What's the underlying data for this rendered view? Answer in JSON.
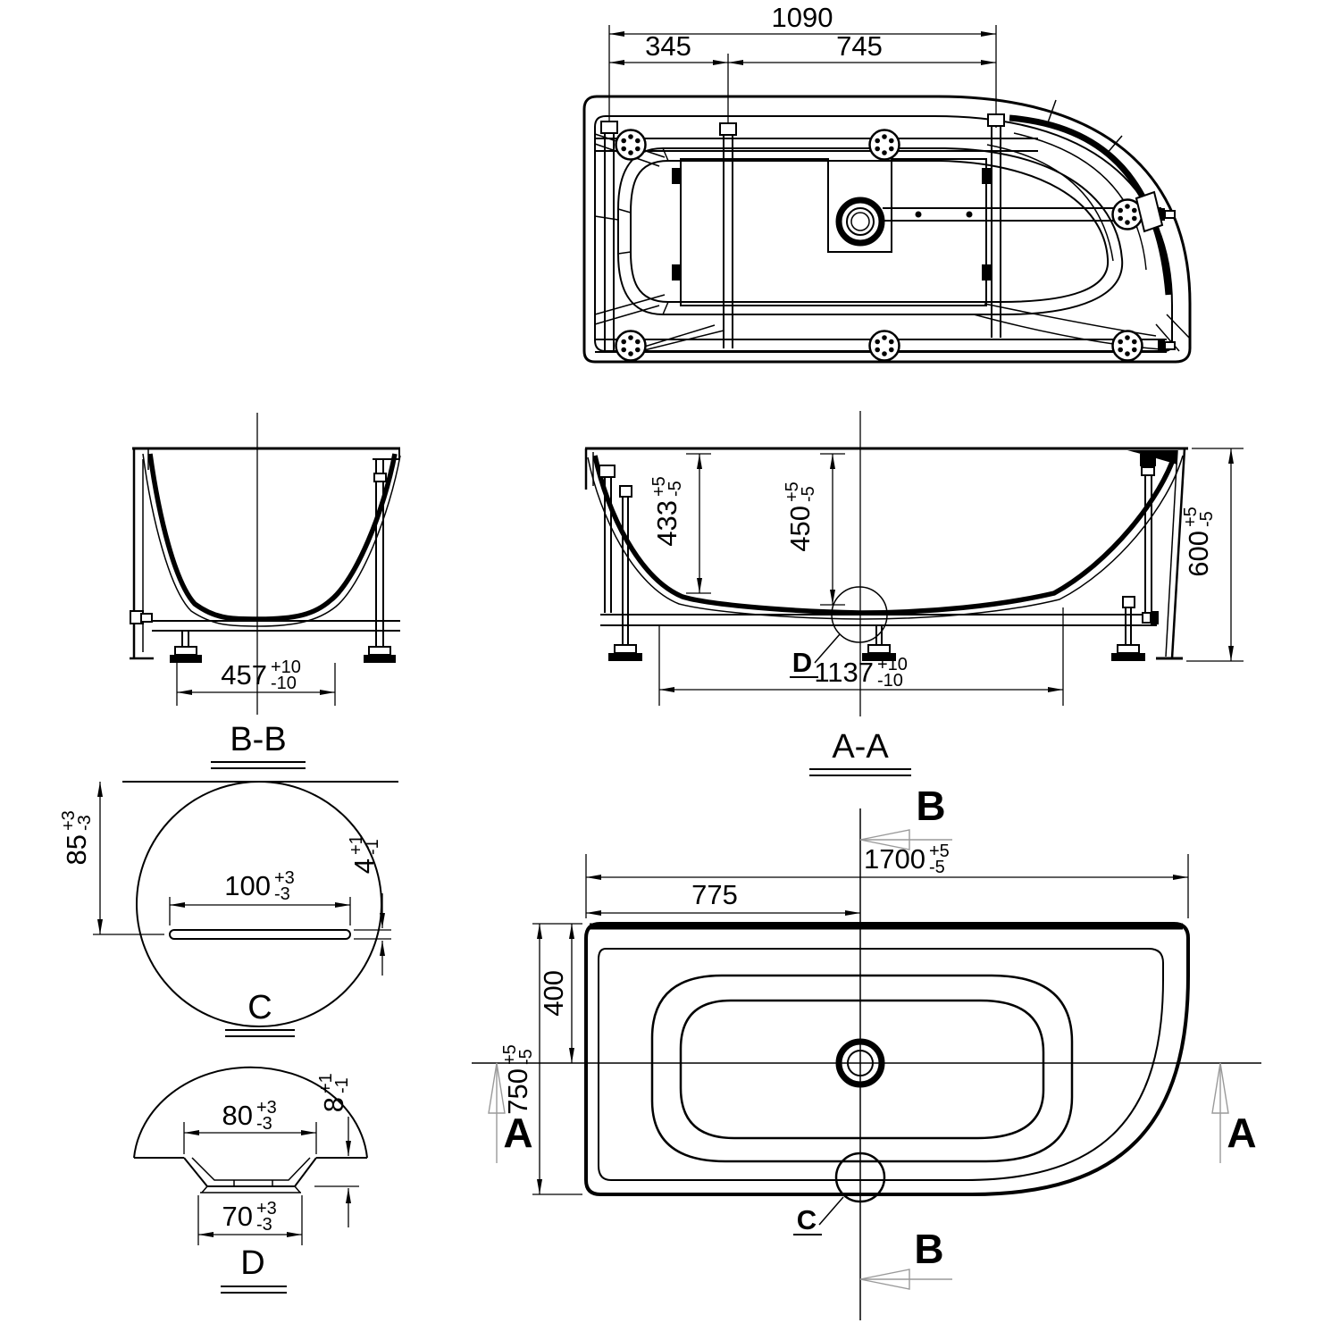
{
  "views": {
    "top": {
      "d1090": "1090",
      "d345": "345",
      "d745": "745"
    },
    "bb": {
      "label": "B-B",
      "d457": {
        "v": "457",
        "p": "+10",
        "m": "-10"
      }
    },
    "aa": {
      "label": "A-A",
      "ref": "D",
      "d433": {
        "v": "433",
        "p": "+5",
        "m": "-5"
      },
      "d450": {
        "v": "450",
        "p": "+5",
        "m": "-5"
      },
      "d600": {
        "v": "600",
        "p": "+5",
        "m": "-5"
      },
      "d1137": {
        "v": "1137",
        "p": "+10",
        "m": "-10"
      }
    },
    "c": {
      "label": "C",
      "d85": {
        "v": "85",
        "p": "+3",
        "m": "-3"
      },
      "d100": {
        "v": "100",
        "p": "+3",
        "m": "-3"
      },
      "d4": {
        "v": "4",
        "p": "+1",
        "m": "-1"
      }
    },
    "d": {
      "label": "D",
      "d80": {
        "v": "80",
        "p": "+3",
        "m": "-3"
      },
      "d8": {
        "v": "8",
        "p": "+1",
        "m": "-1"
      },
      "d70": {
        "v": "70",
        "p": "+3",
        "m": "-3"
      }
    },
    "plan": {
      "refC": "C",
      "secA": "A",
      "secB": "B",
      "d1700": {
        "v": "1700",
        "p": "+5",
        "m": "-5"
      },
      "d775": "775",
      "d750": {
        "v": "750",
        "p": "+5",
        "m": "-5"
      },
      "d400": "400"
    }
  },
  "colors": {
    "line": "#000000",
    "section_marker": "#9a9a9a",
    "background": "#ffffff"
  }
}
